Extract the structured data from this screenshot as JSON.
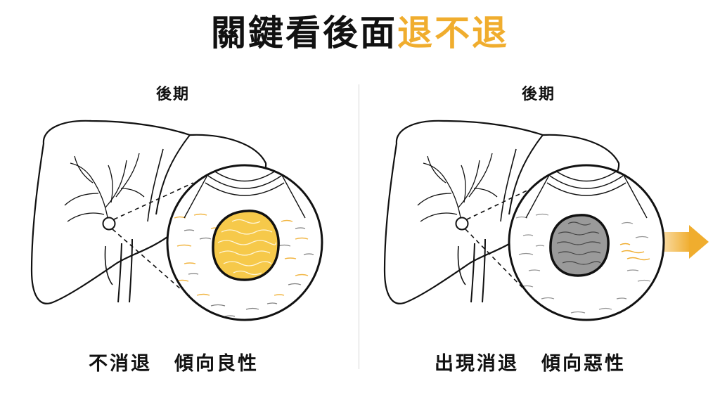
{
  "title": {
    "main": "關鍵看後面",
    "highlight": "退不退"
  },
  "colors": {
    "accent": "#f0ad2e",
    "benign_tumor": "#f6c94a",
    "malignant_tumor": "#9a9a9a",
    "line": "#111111"
  },
  "panels": [
    {
      "phase": "後期",
      "caption_a": "不消退",
      "caption_b": "傾向良性",
      "illustration": "liver-with-ultrasound-zoom-benign",
      "tumor_color": "yellow"
    },
    {
      "phase": "後期",
      "caption_a": "出現消退",
      "caption_b": "傾向惡性",
      "illustration": "liver-with-ultrasound-zoom-malignant",
      "tumor_color": "gray",
      "arrow": "washout-arrow-icon"
    }
  ]
}
